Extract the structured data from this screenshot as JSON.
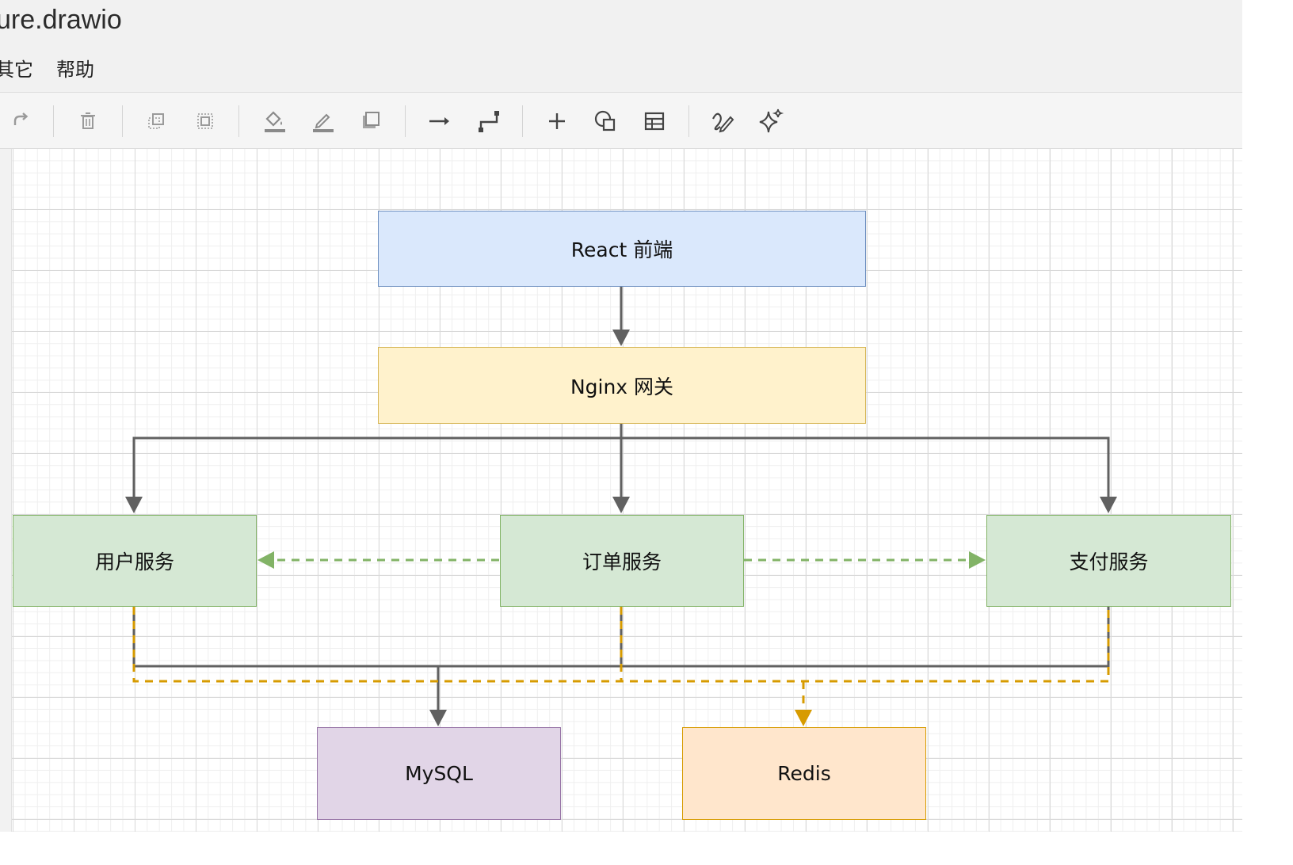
{
  "window": {
    "title": "ure.drawio"
  },
  "menu": {
    "items": [
      "其它",
      "帮助"
    ]
  },
  "toolbar": {
    "buttons": [
      {
        "icon": "redo-icon"
      },
      {
        "icon": "delete-icon"
      },
      {
        "icon": "to-front-icon"
      },
      {
        "icon": "to-back-icon"
      },
      {
        "icon": "fill-color-icon"
      },
      {
        "icon": "line-color-icon"
      },
      {
        "icon": "shadow-icon"
      },
      {
        "icon": "connection-arrow-icon"
      },
      {
        "icon": "waypoints-icon"
      },
      {
        "icon": "insert-plus-icon"
      },
      {
        "icon": "shapes-icon"
      },
      {
        "icon": "table-icon"
      },
      {
        "icon": "freehand-icon"
      },
      {
        "icon": "ai-sparkle-icon"
      }
    ]
  },
  "diagram": {
    "nodes": {
      "frontend": {
        "label": "React 前端",
        "fill": "#dae8fc",
        "stroke": "#6c8ebf"
      },
      "gateway": {
        "label": "Nginx 网关",
        "fill": "#fff2cc",
        "stroke": "#d6b656"
      },
      "user_service": {
        "label": "用户服务",
        "fill": "#d5e8d4",
        "stroke": "#82b366"
      },
      "order_service": {
        "label": "订单服务",
        "fill": "#d5e8d4",
        "stroke": "#82b366"
      },
      "payment_service": {
        "label": "支付服务",
        "fill": "#d5e8d4",
        "stroke": "#82b366"
      },
      "mysql": {
        "label": "MySQL",
        "fill": "#e1d5e7",
        "stroke": "#9673a6"
      },
      "redis": {
        "label": "Redis",
        "fill": "#ffe6cc",
        "stroke": "#d79b00"
      }
    },
    "edge_colors": {
      "solid": "#616161",
      "service_call": "#82b366",
      "cache": "#d79b00"
    }
  }
}
